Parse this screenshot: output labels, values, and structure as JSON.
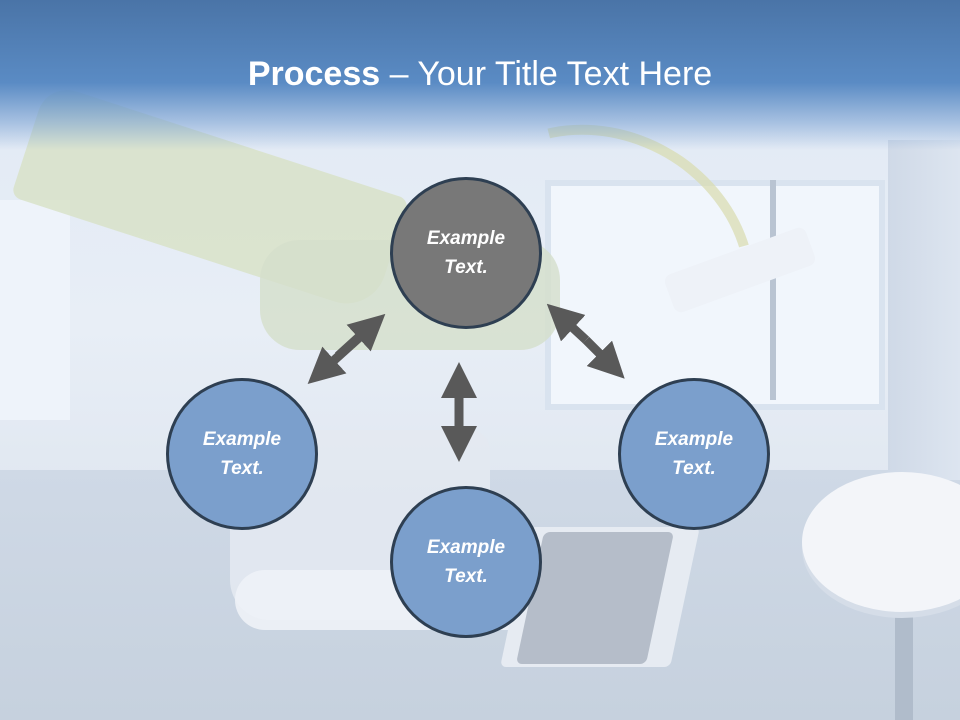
{
  "slide": {
    "title_bold": "Process",
    "title_rest": " – Your Title Text Here"
  },
  "diagram": {
    "center_node": {
      "label": "Example Text."
    },
    "nodes": [
      {
        "label": "Example Text."
      },
      {
        "label": "Example Text."
      },
      {
        "label": "Example Text."
      }
    ]
  },
  "colors": {
    "center_fill": "#787878",
    "node_fill": "#7b9fcc",
    "node_border": "#2e3f52",
    "arrow": "#595959",
    "title_bar": "#5a8bc4"
  }
}
